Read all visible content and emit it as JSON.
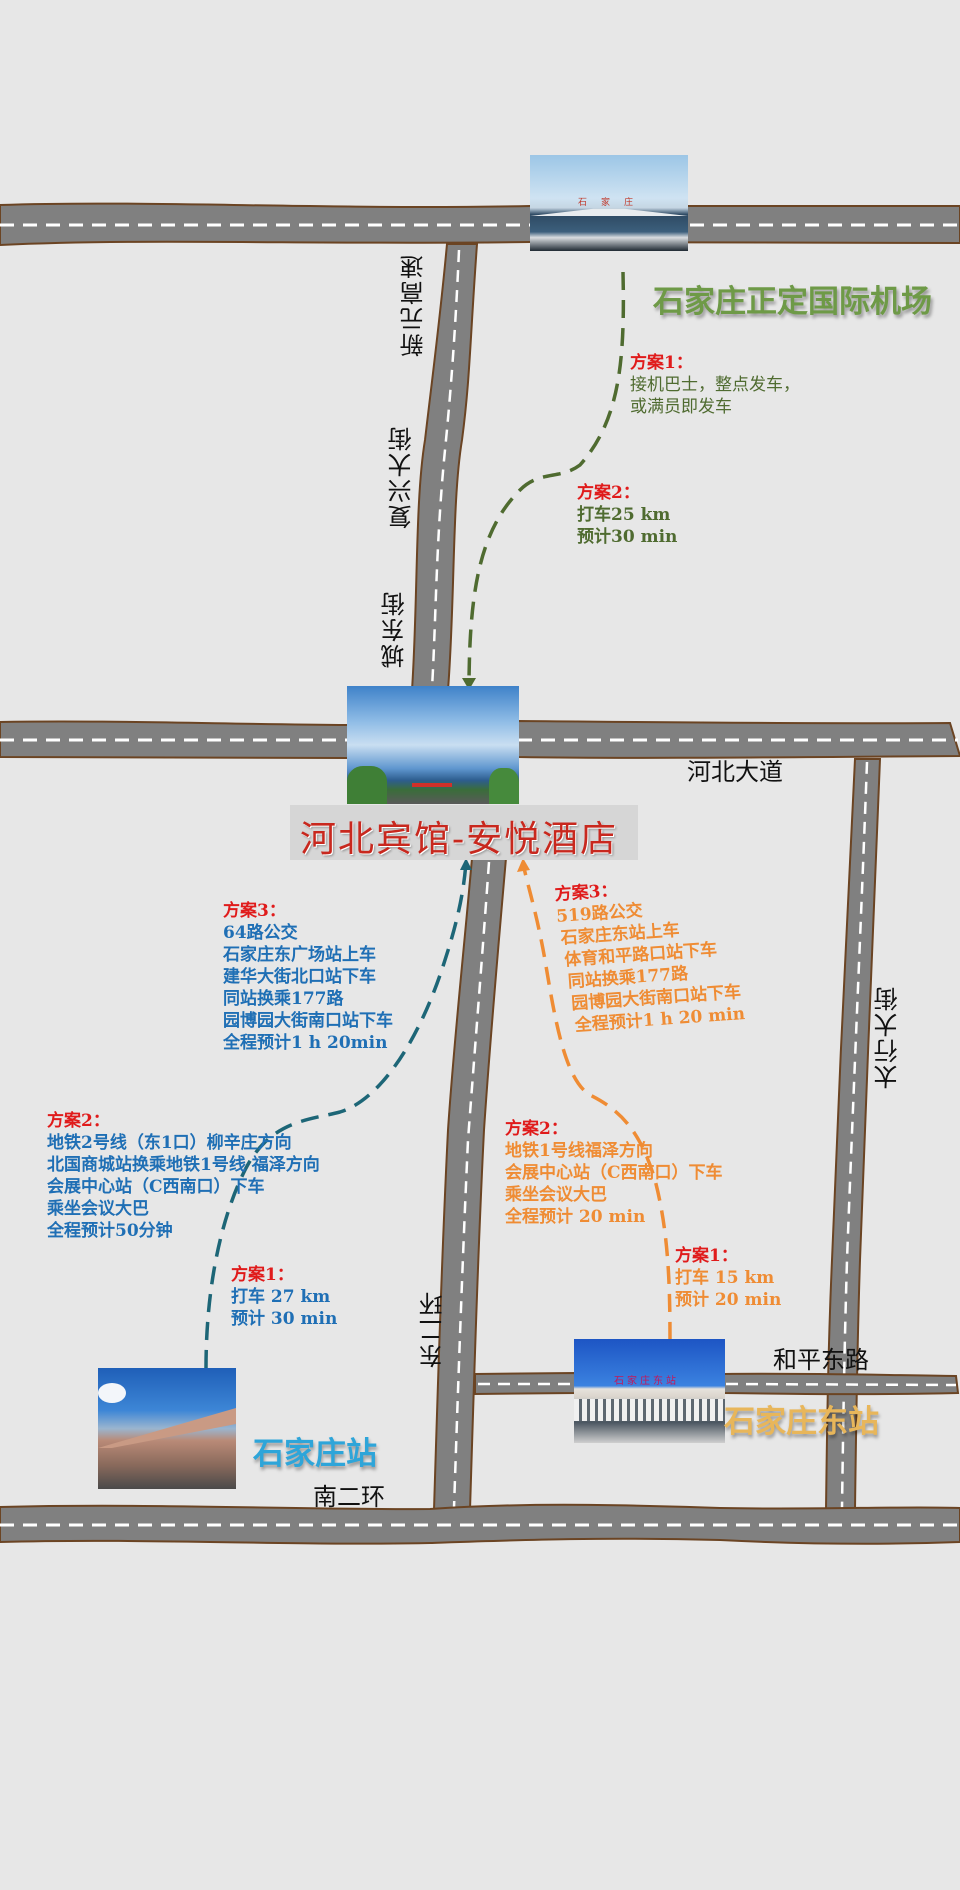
{
  "colors": {
    "background": "#e7e7e7",
    "road_fill": "#808080",
    "road_edge": "#6b4423",
    "lane_dash": "#ffffff",
    "plan_heading": "#e01b1b",
    "airport_route": "#4f6b30",
    "sjz_route": "#1d6677",
    "east_route": "#ef8c34"
  },
  "roads": {
    "xinyuan": "新元高速",
    "fuxing": "复兴大街",
    "chengdong": "城东街",
    "hebei_avenue": "河北大道",
    "taihang": "太行大街",
    "dong_erhuan": "东二环",
    "heping_east": "和平东路",
    "nan_erhuan": "南二环"
  },
  "locations": {
    "airport": {
      "name": "石家庄正定国际机场",
      "photo_sign": "石家庄"
    },
    "hotel": {
      "name": "河北宾馆-安悦酒店"
    },
    "sjz_station": {
      "name": "石家庄站"
    },
    "east_station": {
      "name": "石家庄东站",
      "photo_sign": "石家庄东站"
    }
  },
  "airport_plans": [
    {
      "heading": "方案1：",
      "lines": [
        "接机巴士，整点发车，",
        "或满员即发车"
      ]
    },
    {
      "heading": "方案2：",
      "lines": [
        "打车25 km",
        "预计30 min"
      ]
    }
  ],
  "sjz_plans": [
    {
      "heading": "方案3：",
      "lines": [
        "64路公交",
        "石家庄东广场站上车",
        "建华大街北口站下车",
        "同站换乘177路",
        "园博园大街南口站下车",
        "全程预计1 h 20min"
      ]
    },
    {
      "heading": "方案2：",
      "lines": [
        "地铁2号线（东1口）柳辛庄方向",
        "北国商城站换乘地铁1号线 福泽方向",
        "会展中心站（C西南口）下车",
        "乘坐会议大巴",
        "全程预计50分钟"
      ]
    },
    {
      "heading": "方案1：",
      "lines": [
        "打车 27 km",
        "预计 30 min"
      ]
    }
  ],
  "east_plans": [
    {
      "heading": "方案3：",
      "lines": [
        "519路公交",
        "石家庄东站上车",
        "体育和平路口站下车",
        "同站换乘177路",
        "园博园大街南口站下车",
        "全程预计1 h 20 min"
      ]
    },
    {
      "heading": "方案2：",
      "lines": [
        "地铁1号线福泽方向",
        "会展中心站（C西南口）下车",
        "乘坐会议大巴",
        "全程预计 20 min"
      ]
    },
    {
      "heading": "方案1：",
      "lines": [
        "打车 15 km",
        "预计 20 min"
      ]
    }
  ]
}
